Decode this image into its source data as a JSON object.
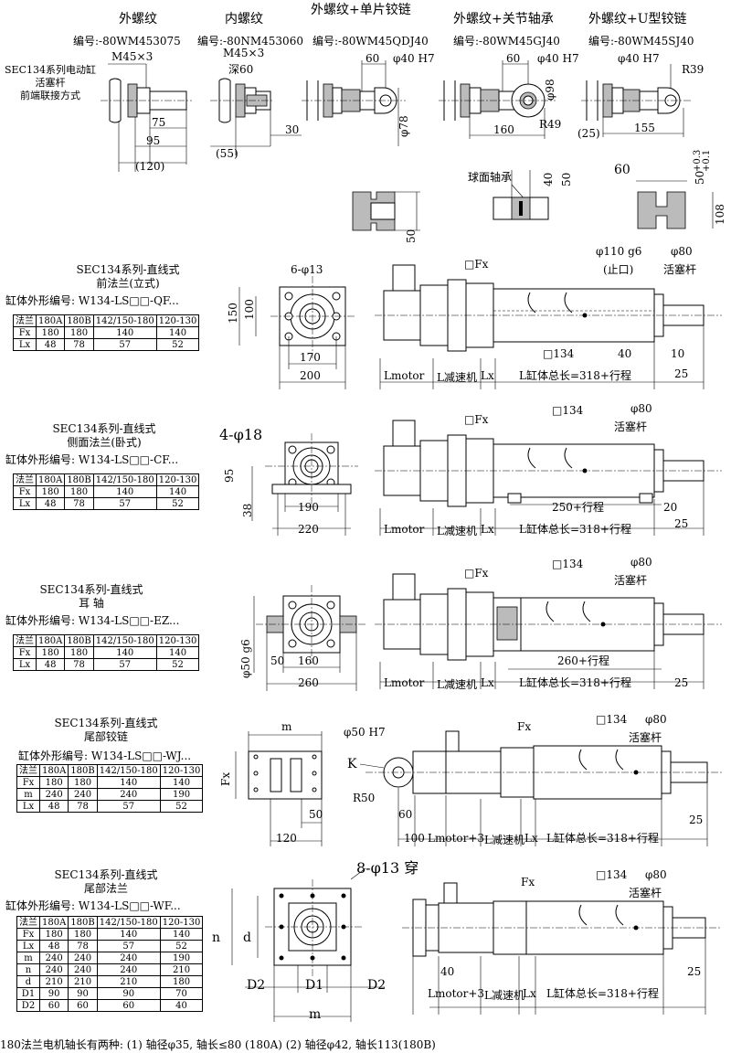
{
  "top": {
    "sec_label": [
      "SEC134系列电动缸",
      "活塞杆",
      "前端联接方式"
    ],
    "variants": [
      {
        "title": "外螺纹",
        "code": "编号:-80WM453075"
      },
      {
        "title": "内螺纹",
        "code": "编号:-80NM453060"
      },
      {
        "title": "外螺纹+单片铰链",
        "code": "编号:-80WM45QDJ40"
      },
      {
        "title": "外螺纹+关节轴承",
        "code": "编号:-80WM45GJ40"
      },
      {
        "title": "外螺纹+U型铰链",
        "code": "编号:-80WM45SJ40"
      }
    ],
    "dims": {
      "m45a": "M45×3",
      "d75": "75",
      "d95": "95",
      "d120": "(120)",
      "m45b": "M45×3",
      "deep60": "深60",
      "d55": "(55)",
      "d30": "30",
      "d60a": "60",
      "phi40a": "φ40 H7",
      "phi78": "φ78",
      "d60b": "60",
      "phi40b": "φ40 H7",
      "phi98": "φ98",
      "r49": "R49",
      "d160": "160",
      "phi40c": "φ40 H7",
      "r39": "R39",
      "d25": "(25)",
      "d155": "155",
      "d50": "50",
      "ball_bearing": "球面轴承",
      "d40": "40",
      "d50b": "50",
      "d60c": "60",
      "d50tol": "50",
      "tol_up": "+0.3",
      "tol_dn": "+0.1",
      "d108": "108"
    }
  },
  "sections": [
    {
      "title": [
        "SEC134系列-直线式",
        "前法兰(立式)",
        "缸体外形编号: W134-LS□□-QF..."
      ],
      "table": [
        [
          "法兰",
          "180A",
          "180B",
          "142/150-180",
          "120-130"
        ],
        [
          "Fx",
          "180",
          "180",
          "140",
          "140"
        ],
        [
          "Lx",
          "48",
          "78",
          "57",
          "52"
        ]
      ],
      "dims": {
        "holes": "6-φ13",
        "d150": "150",
        "d100": "100",
        "d170": "170",
        "d200": "200",
        "fx": "□Fx",
        "sq134": "□134",
        "phi110": "φ110 g6",
        "stop": "(止口)",
        "phi80": "φ80",
        "rod": "活塞杆",
        "d40": "40",
        "d10": "10",
        "d25": "25",
        "lmotor": "Lmotor",
        "lred": "L减速机",
        "lx": "Lx",
        "ltotal": "L缸体总长=318+行程"
      }
    },
    {
      "title": [
        "SEC134系列-直线式",
        "侧面法兰(卧式)",
        "缸体外形编号: W134-LS□□-CF..."
      ],
      "table": [
        [
          "法兰",
          "180A",
          "180B",
          "142/150-180",
          "120-130"
        ],
        [
          "Fx",
          "180",
          "180",
          "140",
          "140"
        ],
        [
          "Lx",
          "48",
          "78",
          "57",
          "52"
        ]
      ],
      "dims": {
        "holes": "4-φ18",
        "d95": "95",
        "d38": "38",
        "d190": "190",
        "d220": "220",
        "fx": "□Fx",
        "sq134": "□134",
        "phi80": "φ80",
        "rod": "活塞杆",
        "stroke": "250+行程",
        "d20": "20",
        "d25": "25",
        "lmotor": "Lmotor",
        "lred": "L减速机",
        "lx": "Lx",
        "ltotal": "L缸体总长=318+行程"
      }
    },
    {
      "title": [
        "SEC134系列-直线式",
        "耳   轴",
        "缸体外形编号: W134-LS□□-EZ..."
      ],
      "table": [
        [
          "法兰",
          "180A",
          "180B",
          "142/150-180",
          "120-130"
        ],
        [
          "Fx",
          "180",
          "180",
          "140",
          "140"
        ],
        [
          "Lx",
          "48",
          "78",
          "57",
          "52"
        ]
      ],
      "dims": {
        "phi50": "φ50 g6",
        "d50": "50",
        "d160": "160",
        "d260": "260",
        "fx": "□Fx",
        "sq134": "□134",
        "phi80": "φ80",
        "rod": "活塞杆",
        "stroke": "260+行程",
        "d25": "25",
        "lmotor": "Lmotor",
        "lred": "L减速机",
        "lx": "Lx",
        "ltotal": "L缸体总长=318+行程"
      }
    },
    {
      "title": [
        "SEC134系列-直线式",
        "尾部铰链",
        "缸体外形编号: W134-LS□□-WJ..."
      ],
      "table": [
        [
          "法兰",
          "180A",
          "180B",
          "142/150-180",
          "120-130"
        ],
        [
          "Fx",
          "180",
          "180",
          "140",
          "140"
        ],
        [
          "m",
          "240",
          "240",
          "240",
          "190"
        ],
        [
          "Lx",
          "48",
          "78",
          "57",
          "52"
        ]
      ],
      "dims": {
        "m": "m",
        "fx_v": "Fx",
        "d50": "50",
        "d120": "120",
        "phi50": "φ50 H7",
        "k": "K",
        "r50": "R50",
        "d60": "60",
        "fx": "Fx",
        "sq134": "□134",
        "phi80": "φ80",
        "rod": "活塞杆",
        "d100": "100",
        "d25": "25",
        "lmotor": "Lmotor+3",
        "lred": "L减速机",
        "lx": "Lx",
        "ltotal": "L缸体总长=318+行程"
      }
    },
    {
      "title": [
        "SEC134系列-直线式",
        "尾部法兰",
        "缸体外形编号: W134-LS□□-WF..."
      ],
      "table": [
        [
          "法兰",
          "180A",
          "180B",
          "142/150-180",
          "120-130"
        ],
        [
          "Fx",
          "180",
          "180",
          "140",
          "140"
        ],
        [
          "Lx",
          "48",
          "78",
          "57",
          "52"
        ],
        [
          "m",
          "240",
          "240",
          "240",
          "190"
        ],
        [
          "n",
          "240",
          "240",
          "240",
          "210"
        ],
        [
          "d",
          "210",
          "210",
          "210",
          "180"
        ],
        [
          "D1",
          "90",
          "90",
          "90",
          "70"
        ],
        [
          "D2",
          "60",
          "60",
          "60",
          "40"
        ]
      ],
      "dims": {
        "holes": "8-φ13 穿",
        "n": "n",
        "d": "d",
        "d2a": "D2",
        "d1": "D1",
        "d2b": "D2",
        "m": "m",
        "fx": "Fx",
        "sq134": "□134",
        "phi80": "φ80",
        "rod": "活塞杆",
        "d40": "40",
        "d25": "25",
        "lmotor": "Lmotor+3",
        "lred": "L减速机",
        "lx": "Lx",
        "ltotal": "L缸体总长=318+行程"
      }
    }
  ],
  "footnote": "180法兰电机轴长有两种: (1) 轴径φ35, 轴长≤80 (180A) (2) 轴径φ42, 轴长113(180B)"
}
